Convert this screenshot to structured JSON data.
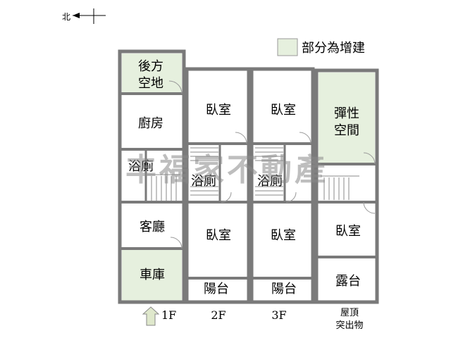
{
  "compass": {
    "label": "北"
  },
  "legend": {
    "label": "部分為增建",
    "swatch_color": "#e6f0de"
  },
  "watermark": {
    "text": "丰福家不動產"
  },
  "colors": {
    "wall": "#7a7a7a",
    "extension_fill": "#e6f0de",
    "arrow_fill": "#dfe8cc"
  },
  "floors": [
    {
      "label": "1F",
      "rooms": {
        "backyard": "後方空地",
        "kitchen": "廚房",
        "bathroom": "浴廁",
        "living": "客廳",
        "garage": "車庫"
      }
    },
    {
      "label": "2F",
      "rooms": {
        "bedroom_top": "臥室",
        "bathroom": "浴廁",
        "bedroom_bottom": "臥室",
        "balcony": "陽台"
      }
    },
    {
      "label": "3F",
      "rooms": {
        "bedroom_top": "臥室",
        "bathroom": "浴廁",
        "bedroom_bottom": "臥室",
        "balcony": "陽台"
      }
    },
    {
      "label": "屋頂突出物",
      "label_lines": [
        "屋頂",
        "突出物"
      ],
      "rooms": {
        "flexible": "彈性空間",
        "bedroom": "臥室",
        "terrace": "露台"
      }
    }
  ]
}
